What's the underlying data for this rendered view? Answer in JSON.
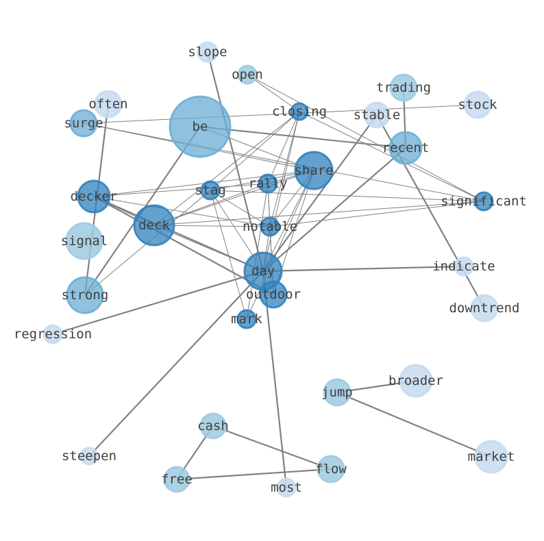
{
  "colors": {
    "edge": "#808080",
    "label": "#404040",
    "node_light": "#c6dbef",
    "node_mid": "#9ecae1",
    "node_dark": "#6baed6",
    "node_darker": "#3182bd"
  },
  "nodes": [
    {
      "id": "be",
      "label": "be",
      "tone": "dark"
    },
    {
      "id": "share",
      "label": "share",
      "tone": "darker"
    },
    {
      "id": "deck",
      "label": "deck",
      "tone": "darker"
    },
    {
      "id": "day",
      "label": "day",
      "tone": "darker"
    },
    {
      "id": "decker",
      "label": "decker",
      "tone": "darker"
    },
    {
      "id": "signal",
      "label": "signal",
      "tone": "mid"
    },
    {
      "id": "strong",
      "label": "strong",
      "tone": "dark"
    },
    {
      "id": "recent",
      "label": "recent",
      "tone": "dark"
    },
    {
      "id": "outdoor",
      "label": "outdoor",
      "tone": "darker"
    },
    {
      "id": "surge",
      "label": "surge",
      "tone": "dark"
    },
    {
      "id": "often",
      "label": "often",
      "tone": "light"
    },
    {
      "id": "slope",
      "label": "slope",
      "tone": "light"
    },
    {
      "id": "open",
      "label": "open",
      "tone": "mid"
    },
    {
      "id": "closing",
      "label": "closing",
      "tone": "darker"
    },
    {
      "id": "trading",
      "label": "trading",
      "tone": "mid"
    },
    {
      "id": "stable",
      "label": "stable",
      "tone": "light"
    },
    {
      "id": "stock",
      "label": "stock",
      "tone": "light"
    },
    {
      "id": "rally",
      "label": "rally",
      "tone": "darker"
    },
    {
      "id": "stag",
      "label": "stag",
      "tone": "darker"
    },
    {
      "id": "significant",
      "label": "significant",
      "tone": "darker"
    },
    {
      "id": "notable",
      "label": "notable",
      "tone": "darker"
    },
    {
      "id": "indicate",
      "label": "indicate",
      "tone": "light"
    },
    {
      "id": "downtrend",
      "label": "downtrend",
      "tone": "light"
    },
    {
      "id": "mark",
      "label": "mark",
      "tone": "darker"
    },
    {
      "id": "regression",
      "label": "regression",
      "tone": "light"
    },
    {
      "id": "broader",
      "label": "broader",
      "tone": "light"
    },
    {
      "id": "jump",
      "label": "jump",
      "tone": "mid"
    },
    {
      "id": "market",
      "label": "market",
      "tone": "light"
    },
    {
      "id": "cash",
      "label": "cash",
      "tone": "mid"
    },
    {
      "id": "steepen",
      "label": "steepen",
      "tone": "light"
    },
    {
      "id": "flow",
      "label": "flow",
      "tone": "mid"
    },
    {
      "id": "free",
      "label": "free",
      "tone": "mid"
    },
    {
      "id": "most",
      "label": "most",
      "tone": "light"
    }
  ],
  "edges": [
    [
      "be",
      "strong",
      "heavy"
    ],
    [
      "be",
      "share",
      "thin"
    ],
    [
      "be",
      "recent",
      "heavy"
    ],
    [
      "surge",
      "stock",
      "thin"
    ],
    [
      "surge",
      "significant",
      "thin"
    ],
    [
      "surge",
      "share",
      "thin"
    ],
    [
      "often",
      "strong",
      "heavy"
    ],
    [
      "slope",
      "day",
      "heavy"
    ],
    [
      "open",
      "closing",
      "thin"
    ],
    [
      "open",
      "significant",
      "thin"
    ],
    [
      "closing",
      "deck",
      "thin"
    ],
    [
      "closing",
      "significant",
      "thin"
    ],
    [
      "closing",
      "rally",
      "thin"
    ],
    [
      "closing",
      "day",
      "thin"
    ],
    [
      "closing",
      "notable",
      "thin"
    ],
    [
      "closing",
      "stag",
      "thin"
    ],
    [
      "trading",
      "recent",
      "heavy"
    ],
    [
      "stable",
      "day",
      "heavy"
    ],
    [
      "stable",
      "downtrend",
      "heavy"
    ],
    [
      "recent",
      "day",
      "heavy"
    ],
    [
      "share",
      "stag",
      "thin"
    ],
    [
      "share",
      "decker",
      "thin"
    ],
    [
      "share",
      "deck",
      "thin"
    ],
    [
      "share",
      "notable",
      "thin"
    ],
    [
      "share",
      "outdoor",
      "thin"
    ],
    [
      "share",
      "mark",
      "thin"
    ],
    [
      "share",
      "rally",
      "thin"
    ],
    [
      "share",
      "day",
      "thin"
    ],
    [
      "rally",
      "decker",
      "thin"
    ],
    [
      "rally",
      "deck",
      "thin"
    ],
    [
      "rally",
      "outdoor",
      "thin"
    ],
    [
      "rally",
      "mark",
      "thin"
    ],
    [
      "rally",
      "notable",
      "thin"
    ],
    [
      "stag",
      "strong",
      "thin"
    ],
    [
      "stag",
      "notable",
      "thin"
    ],
    [
      "stag",
      "mark",
      "thin"
    ],
    [
      "stag",
      "day",
      "thin"
    ],
    [
      "stag",
      "significant",
      "thin"
    ],
    [
      "decker",
      "deck",
      "thin"
    ],
    [
      "decker",
      "day",
      "heavy"
    ],
    [
      "decker",
      "notable",
      "thin"
    ],
    [
      "decker",
      "outdoor",
      "heavy"
    ],
    [
      "deck",
      "notable",
      "thin"
    ],
    [
      "deck",
      "significant",
      "thin"
    ],
    [
      "deck",
      "day",
      "thin"
    ],
    [
      "notable",
      "significant",
      "thin"
    ],
    [
      "notable",
      "outdoor",
      "thin"
    ],
    [
      "notable",
      "day",
      "thin"
    ],
    [
      "day",
      "indicate",
      "heavy"
    ],
    [
      "day",
      "regression",
      "heavy"
    ],
    [
      "day",
      "steepen",
      "heavy"
    ],
    [
      "day",
      "most",
      "heavy"
    ],
    [
      "jump",
      "broader",
      "heavy"
    ],
    [
      "jump",
      "market",
      "heavy"
    ],
    [
      "cash",
      "free",
      "heavy"
    ],
    [
      "cash",
      "flow",
      "heavy"
    ],
    [
      "free",
      "flow",
      "heavy"
    ]
  ]
}
